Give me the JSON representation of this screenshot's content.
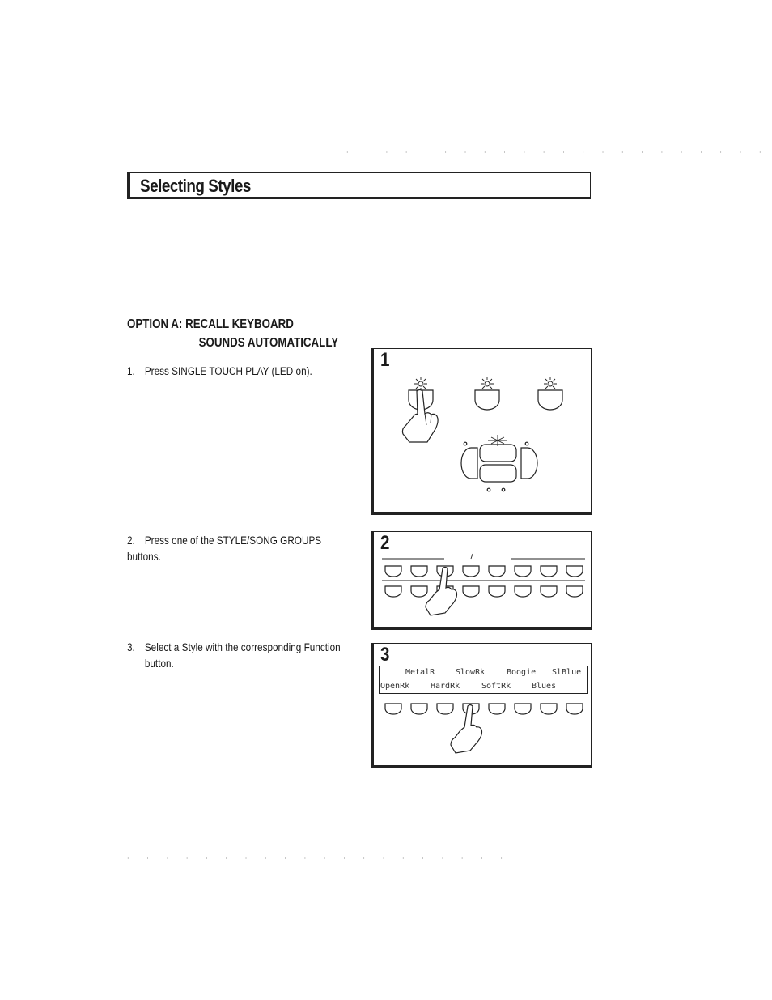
{
  "header": {
    "dots": "· · · · · · · · · · · · · · · · · · · · · · · ·"
  },
  "page_title": "Selecting Styles",
  "option": {
    "line1": "OPTION  A:  RECALL KEYBOARD",
    "line2": "SOUNDS AUTOMATICALLY"
  },
  "steps": [
    {
      "num": "1.",
      "text": "Press SINGLE TOUCH PLAY (LED on)."
    },
    {
      "num": "2.",
      "text": "Press one of the STYLE/SONG GROUPS buttons."
    },
    {
      "num": "3.",
      "text": "Select a Style with the corresponding Function",
      "cont": "button."
    }
  ],
  "figures": [
    {
      "num": "1"
    },
    {
      "num": "2"
    },
    {
      "num": "3",
      "lcd_top": [
        "MetalR",
        "SlowRk",
        "Boogie",
        "SlBlue"
      ],
      "lcd_bottom": [
        "OpenRk",
        "HardRk",
        "SoftRk",
        "Blues"
      ]
    }
  ],
  "footer": {
    "dots": "· · · · · · · · · · · · · · · · · · · ·"
  }
}
